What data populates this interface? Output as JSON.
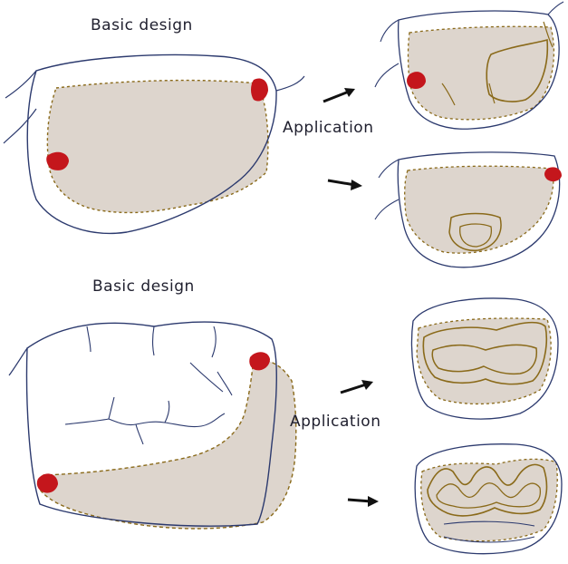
{
  "labels": {
    "top_basic": "Basic design",
    "top_application": "Application",
    "bottom_basic": "Basic design",
    "bottom_application": "Application"
  },
  "colors": {
    "outline": "#2c3a6e",
    "fill": "#ddd5cd",
    "margin": "#8a6a1a",
    "marker": "#c4161c",
    "arrow": "#111111"
  }
}
